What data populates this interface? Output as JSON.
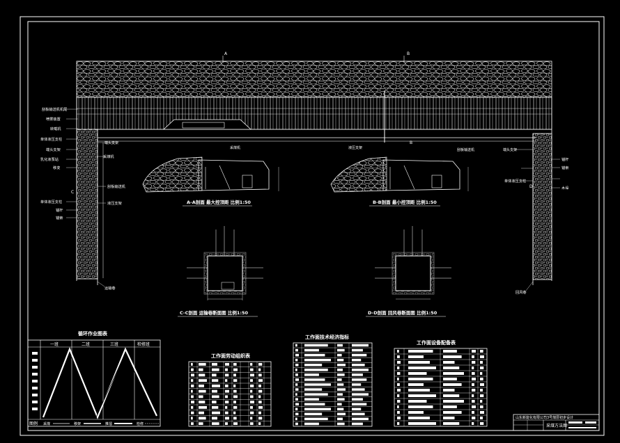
{
  "colors": {
    "background": "#000000",
    "line": "#ffffff",
    "accent": "#d8d8d8"
  },
  "section_marks": {
    "a_top": "A",
    "b_top": "B",
    "b_bottom": "B",
    "c_left": "C",
    "d_right": "D"
  },
  "left_callouts": [
    "刮板输送机机尾",
    "喷雾装置",
    "转载机",
    "单体液压支柱",
    "端头支架",
    "乳化液泵站",
    "移变"
  ],
  "left_lower_callouts": [
    "单体液压支柱",
    "锚杆",
    "锚索"
  ],
  "left_inner_callouts": [
    "采煤机",
    "刮板输送机",
    "液压支架"
  ],
  "right_callouts": [
    "锚杆",
    "锚索",
    "单体液压支柱",
    "木垛"
  ],
  "bottom_callouts": {
    "left_bottom": "运输巷",
    "right_bottom": "回风巷",
    "top_strip_1": "端头支架",
    "top_strip_2": "采煤机",
    "top_strip_3": "液压支架",
    "top_strip_4": "刮板输送机",
    "top_strip_5": "端头支架"
  },
  "section_titles": {
    "aa": "A-A剖面  最大控顶距  比例1:50",
    "bb": "B-B剖面  最小控顶距  比例1:50",
    "cc": "C-C剖面  运输巷断面图  比例1:50",
    "dd": "D-D剖面  回风巷断面图  比例1:50"
  },
  "cycle_table": {
    "title": "循环作业图表",
    "shifts": [
      "一班",
      "二班",
      "三班",
      "检修班"
    ],
    "legend_label": "图例",
    "legend_items": [
      "采煤",
      "移架",
      "推溜",
      "检修"
    ]
  },
  "labor_table": {
    "title": "工作面劳动组织表"
  },
  "tech_table": {
    "title": "工作面技术经济指标"
  },
  "equipment_table": {
    "title": "工作面设备配备表"
  },
  "title_block": {
    "company": "山东新能化有限公司3号煤层初步设计",
    "drawing": "采煤方法图"
  }
}
